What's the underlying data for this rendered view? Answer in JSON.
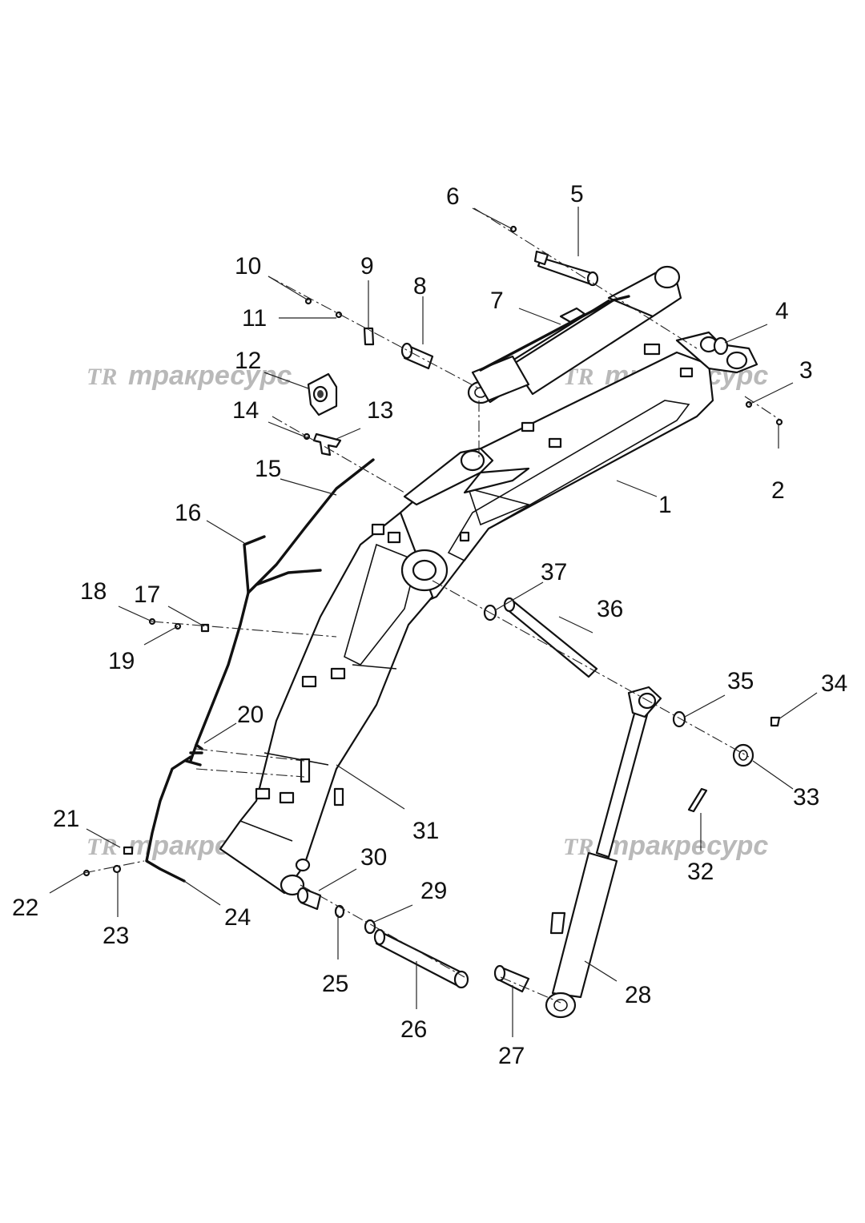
{
  "diagram": {
    "watermarks": [
      {
        "logo": "TR",
        "text": "тракресурс"
      },
      {
        "logo": "TR",
        "text": "тракресурс"
      },
      {
        "logo": "TR",
        "text": "тракресурс"
      },
      {
        "logo": "TR",
        "text": "тракресурс"
      }
    ],
    "callouts": [
      "1",
      "2",
      "3",
      "4",
      "5",
      "6",
      "7",
      "8",
      "9",
      "10",
      "11",
      "12",
      "13",
      "14",
      "15",
      "16",
      "17",
      "18",
      "19",
      "20",
      "21",
      "22",
      "23",
      "24",
      "25",
      "26",
      "27",
      "28",
      "29",
      "30",
      "31",
      "32",
      "33",
      "34",
      "35",
      "36",
      "37"
    ],
    "colors": {
      "line": "#111111",
      "watermark": "#b9b9b9",
      "background": "#ffffff"
    }
  }
}
